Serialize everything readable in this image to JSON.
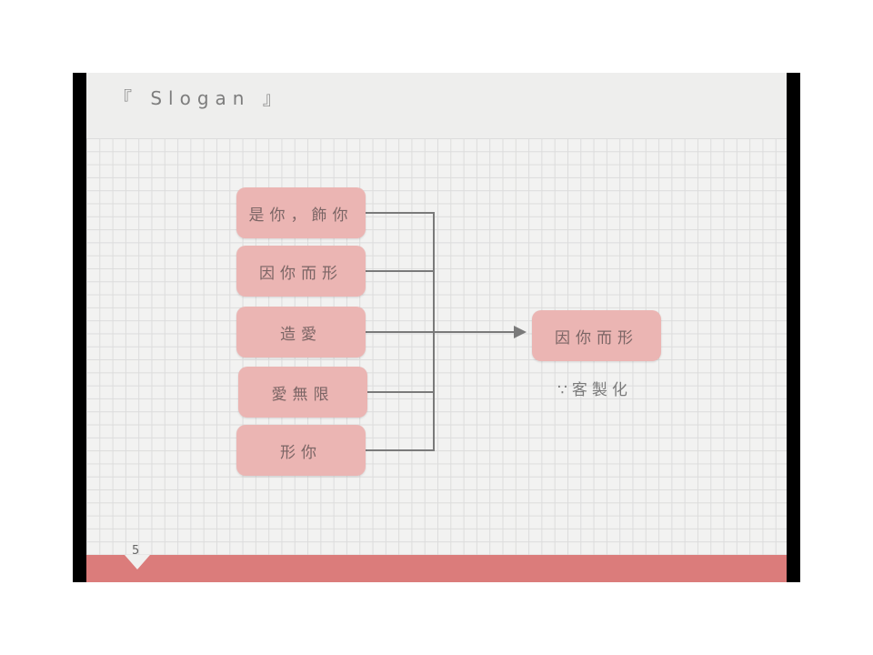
{
  "slide": {
    "title": "『 Slogan 』",
    "page_number": "5"
  },
  "diagram": {
    "inputs": [
      {
        "label": "是你，飾你"
      },
      {
        "label": "因你而形"
      },
      {
        "label": "造愛"
      },
      {
        "label": "愛無限"
      },
      {
        "label": "形你"
      }
    ],
    "output": {
      "label": "因你而形"
    },
    "caption": "∵客製化"
  },
  "colors": {
    "box_fill": "#ebb5b3",
    "footer_bar": "#db7c7b",
    "connector": "#7a7a7a"
  }
}
